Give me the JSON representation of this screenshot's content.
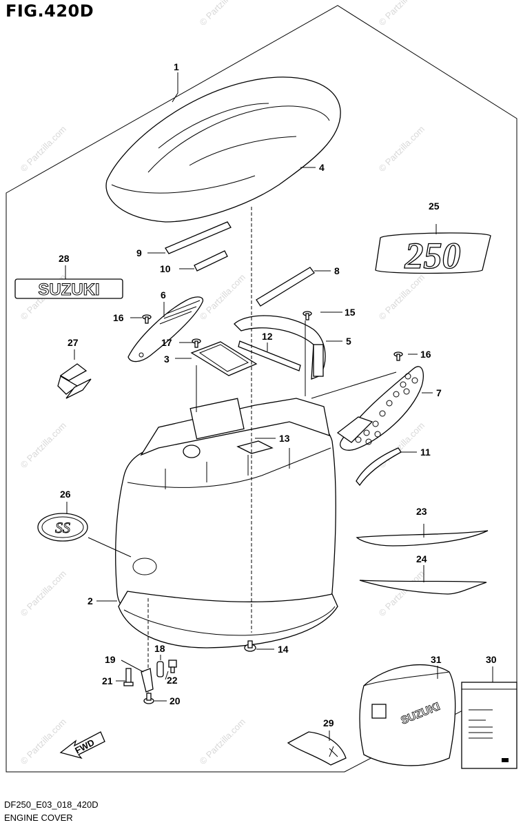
{
  "figure": {
    "title": "FIG.420D",
    "code": "DF250_E03_018_420D",
    "name": "ENGINE COVER"
  },
  "watermark": "© Partzilla.com",
  "badges": {
    "suzuki_text": "SUZUKI",
    "model_text": "250",
    "fwd_text": "FWD",
    "cover_text": "SUZUKI",
    "ss_text": "SS"
  },
  "callouts": {
    "c1": "1",
    "c2": "2",
    "c3": "3",
    "c4": "4",
    "c5": "5",
    "c6": "6",
    "c7": "7",
    "c8": "8",
    "c9": "9",
    "c10": "10",
    "c11": "11",
    "c12": "12",
    "c13": "13",
    "c14": "14",
    "c15": "15",
    "c16a": "16",
    "c16b": "16",
    "c17": "17",
    "c18": "18",
    "c19": "19",
    "c20": "20",
    "c21": "21",
    "c22": "22",
    "c23": "23",
    "c24": "24",
    "c25": "25",
    "c26": "26",
    "c27": "27",
    "c28": "28",
    "c29": "29",
    "c30": "30",
    "c31": "31"
  },
  "colors": {
    "line": "#000000",
    "watermark": "#d8d8d8",
    "background": "#ffffff"
  }
}
